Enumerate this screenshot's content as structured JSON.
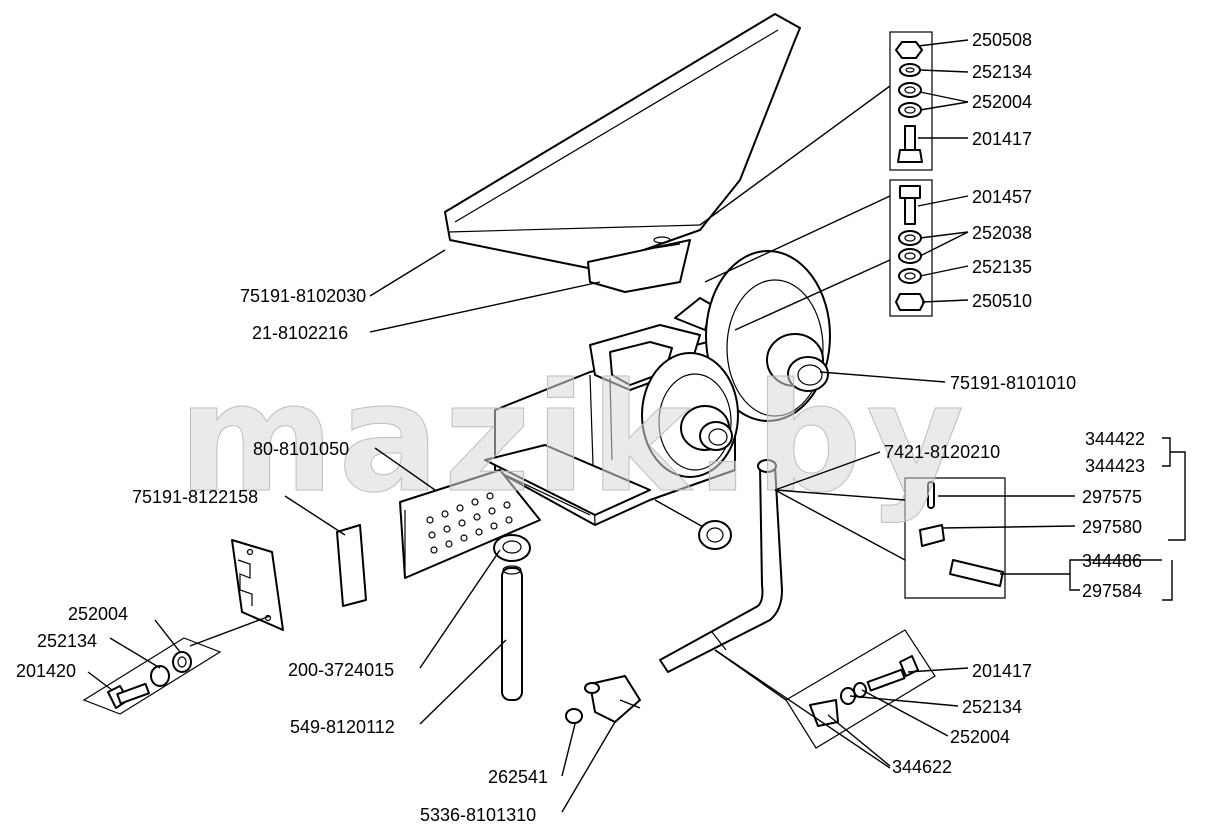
{
  "watermark": "mazik.by",
  "labels": {
    "p250508": "250508",
    "p252134a": "252134",
    "p252004a": "252004",
    "p201417a": "201417",
    "p201457": "201457",
    "p252038": "252038",
    "p252135": "252135",
    "p250510": "250510",
    "p75191_8102030": "75191-8102030",
    "p21_8102216": "21-8102216",
    "p75191_8101010": "75191-8101010",
    "p80_8101050": "80-8101050",
    "p7421_8120210": "7421-8120210",
    "p344422": "344422",
    "p344423": "344423",
    "p75191_8122158": "75191-8122158",
    "p297575": "297575",
    "p297580": "297580",
    "p344486": "344486",
    "p297584": "297584",
    "p252004b": "252004",
    "p252134b": "252134",
    "p201420": "201420",
    "p200_3724015": "200-3724015",
    "p201417b": "201417",
    "p252134c": "252134",
    "p549_8120112": "549-8120112",
    "p252004c": "252004",
    "p344622": "344622",
    "p262541": "262541",
    "p5336_8101310": "5336-8101310"
  }
}
